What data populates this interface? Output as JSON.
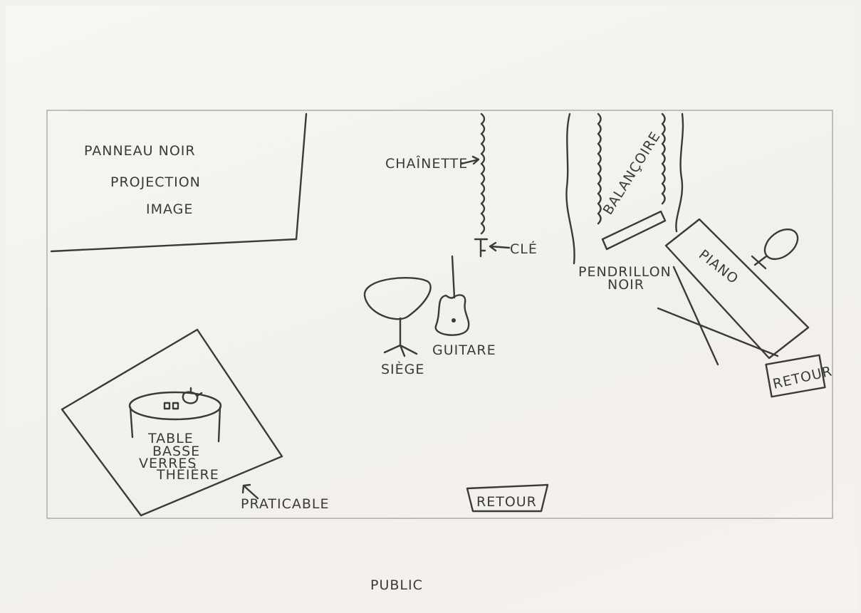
{
  "labels": {
    "panel_line1": "PANNEAU NOIR",
    "panel_line2": "PROJECTION",
    "panel_line3": "IMAGE",
    "chainette": "CHAÎNETTE",
    "cle": "CLÉ",
    "balancoire": "BALANÇOIRE",
    "pendrillon_line1": "PENDRILLON",
    "pendrillon_line2": "NOIR",
    "piano": "PIANO",
    "retour_right": "RETOUR",
    "siege": "SIÈGE",
    "guitare": "GUITARE",
    "table_line1": "TABLE",
    "table_line2": "BASSE",
    "table_line3": "VERRES",
    "table_line4": "THÉIÈRE",
    "praticable": "PRATICABLE",
    "retour_bottom": "RETOUR",
    "public": "PUBLIC"
  }
}
